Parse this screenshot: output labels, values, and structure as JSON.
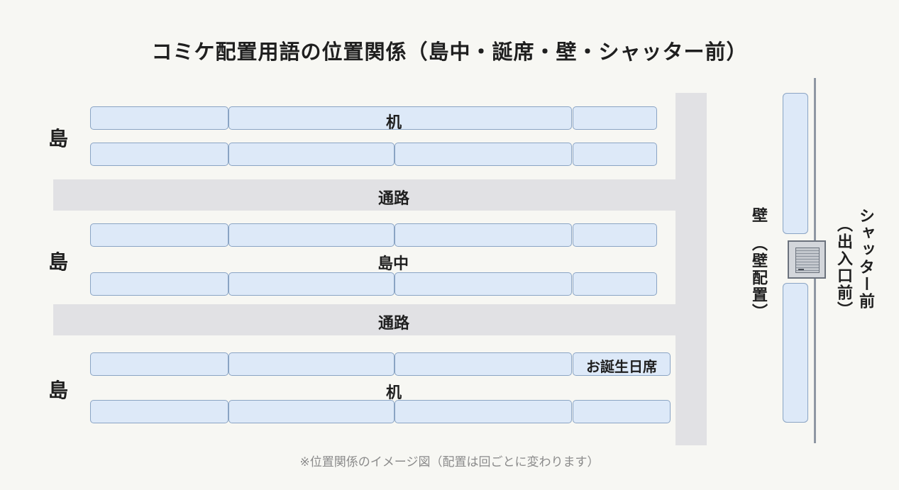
{
  "title": "コミケ配置用語の位置関係（島中・誕席・壁・シャッター前）",
  "labels": {
    "island": "島",
    "desk": "机",
    "aisle": "通路",
    "island_center": "島中",
    "birthday_seat": "お誕生日席",
    "wall": "壁",
    "wall_placement": "（壁配置）",
    "shutter_front": "シャッター前",
    "entrance_front": "（出入口前）"
  },
  "footnote": "※位置関係のイメージ図（配置は回ごとに変わります）"
}
